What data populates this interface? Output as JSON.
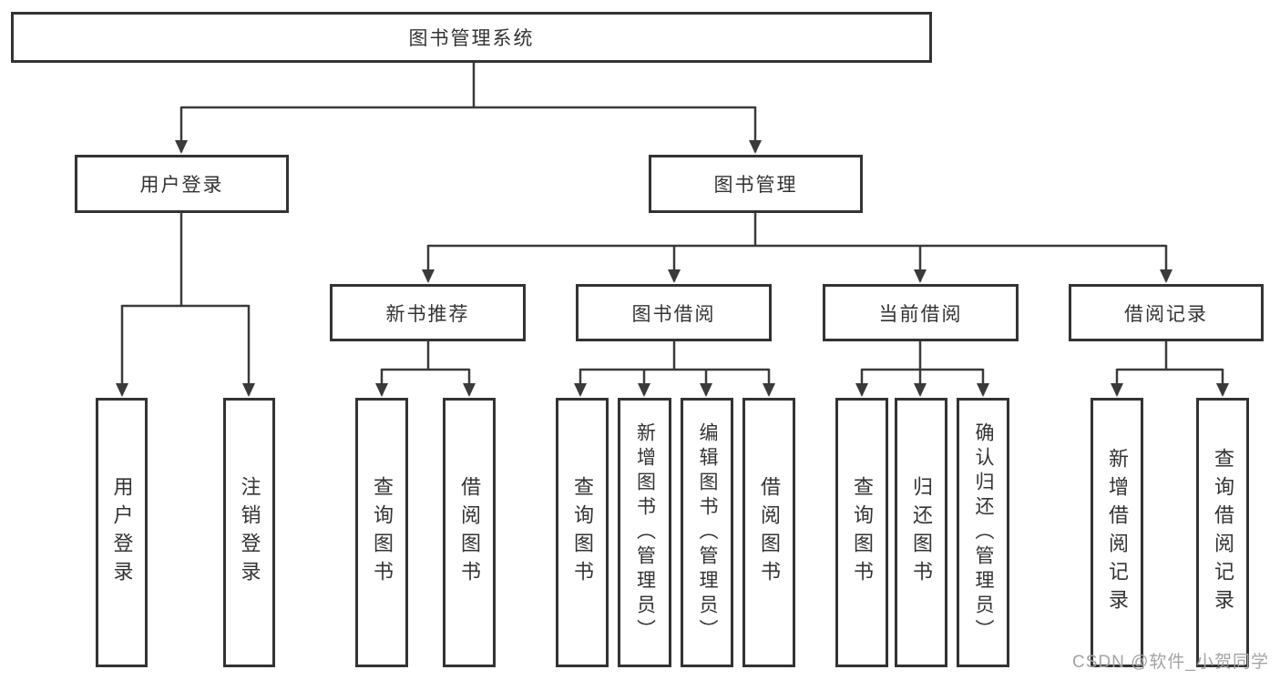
{
  "tree": {
    "root": "图书管理系统",
    "branches": [
      {
        "label": "用户登录",
        "leaves": [
          "用户登录",
          "注销登录"
        ]
      },
      {
        "label": "图书管理",
        "sections": [
          {
            "label": "新书推荐",
            "leaves": [
              "查询图书",
              "借阅图书"
            ]
          },
          {
            "label": "图书借阅",
            "leaves": [
              "查询图书",
              "新增图书（管理员）",
              "编辑图书（管理员）",
              "借阅图书"
            ]
          },
          {
            "label": "当前借阅",
            "leaves": [
              "查询图书",
              "归还图书",
              "确认归还（管理员）"
            ]
          },
          {
            "label": "借阅记录",
            "leaves": [
              "新增借阅记录",
              "查询借阅记录"
            ]
          }
        ]
      }
    ]
  },
  "watermark": "CSDN @软件_小贺同学",
  "colors": {
    "line": "#3a3a3a",
    "border": "#333333",
    "text": "#333333",
    "watermark": "#a3a3a3",
    "background": "#ffffff"
  }
}
